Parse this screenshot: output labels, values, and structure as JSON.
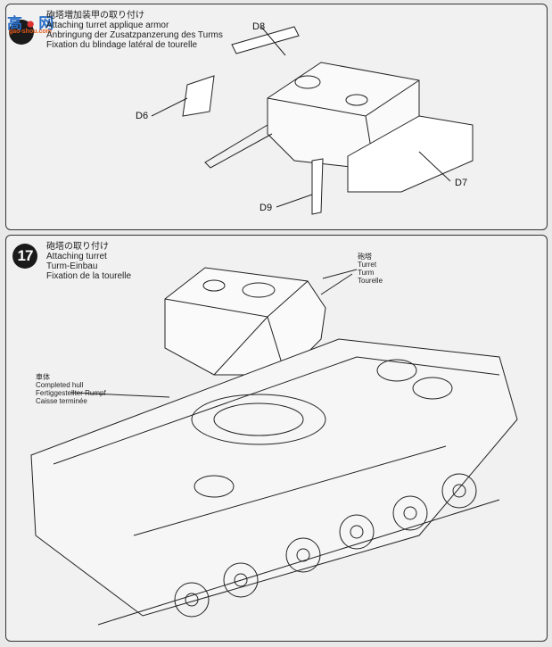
{
  "step16": {
    "title_jp": "砲塔増加装甲の取り付け",
    "title_en": "Attaching turret applique armor",
    "title_de": "Anbringung der Zusatzpanzerung des Turms",
    "title_fr": "Fixation du blindage latéral de tourelle",
    "parts": [
      "D8",
      "D6",
      "D7",
      "D9"
    ]
  },
  "step17": {
    "number": "17",
    "title_jp": "砲塔の取り付け",
    "title_en": "Attaching turret",
    "title_de": "Turm-Einbau",
    "title_fr": "Fixation de la tourelle",
    "turret_label": {
      "jp": "砲塔",
      "en": "Turret",
      "de": "Turm",
      "fr": "Tourelle"
    },
    "hull_label": {
      "jp": "車体",
      "en": "Completed hull",
      "de": "Fertiggestellter Rumpf",
      "fr": "Caisse terminée"
    }
  },
  "watermark": {
    "glyph1": "高",
    "glyph2": "网",
    "url": "gao-shou.com"
  }
}
